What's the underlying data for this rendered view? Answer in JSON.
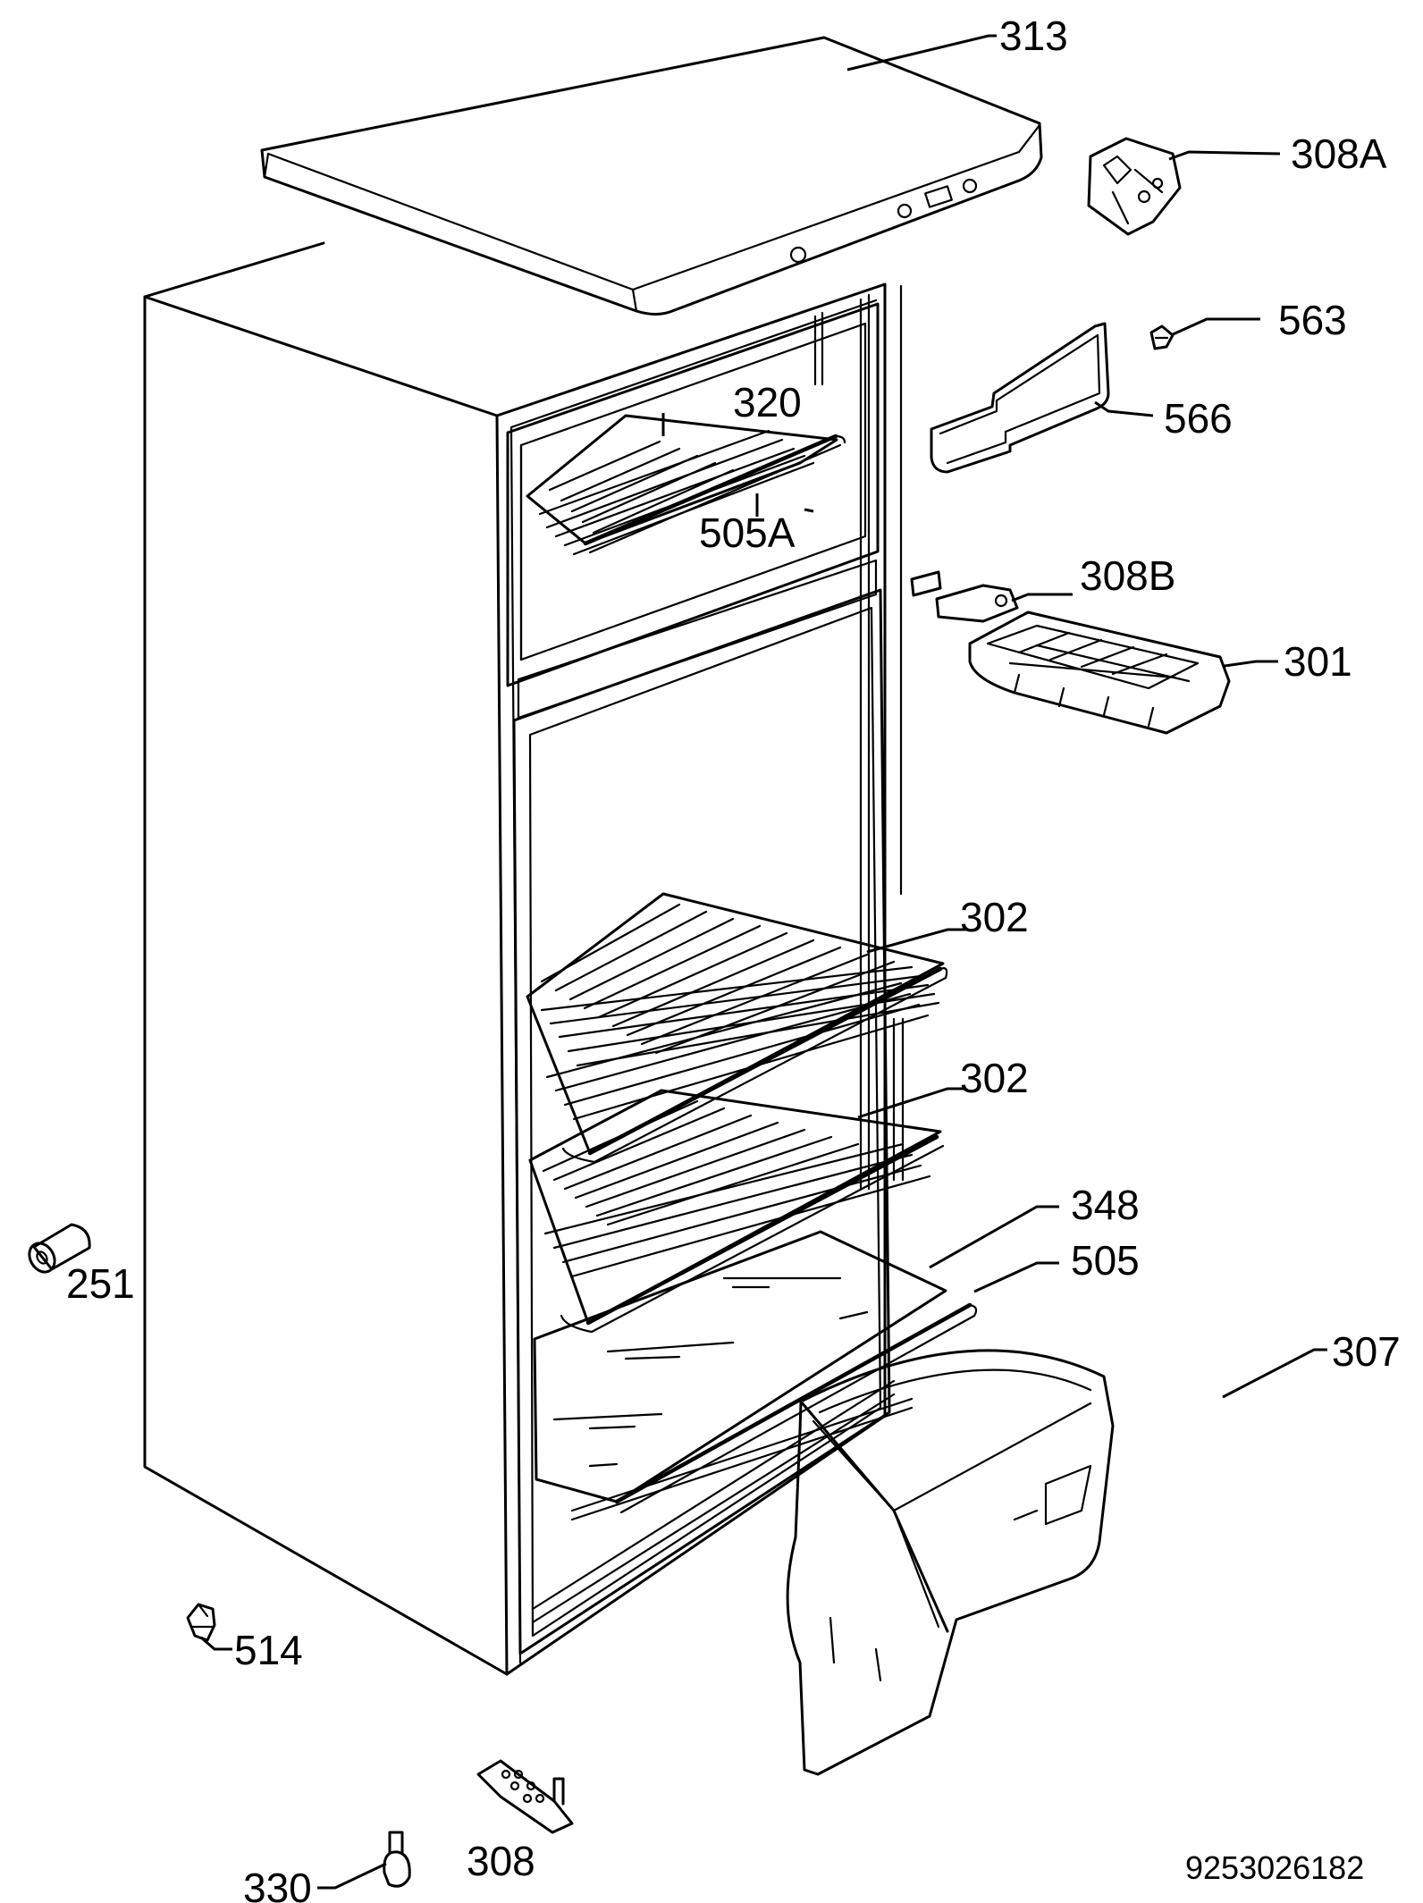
{
  "labels": {
    "p313": "313",
    "p308A": "308A",
    "p563": "563",
    "p566": "566",
    "p320": "320",
    "p505A": "505A",
    "p308B": "308B",
    "p301": "301",
    "p302_upper": "302",
    "p302_lower": "302",
    "p348": "348",
    "p505": "505",
    "p307": "307",
    "p251": "251",
    "p514": "514",
    "p308": "308",
    "p330": "330"
  },
  "document_number": "9253026182"
}
